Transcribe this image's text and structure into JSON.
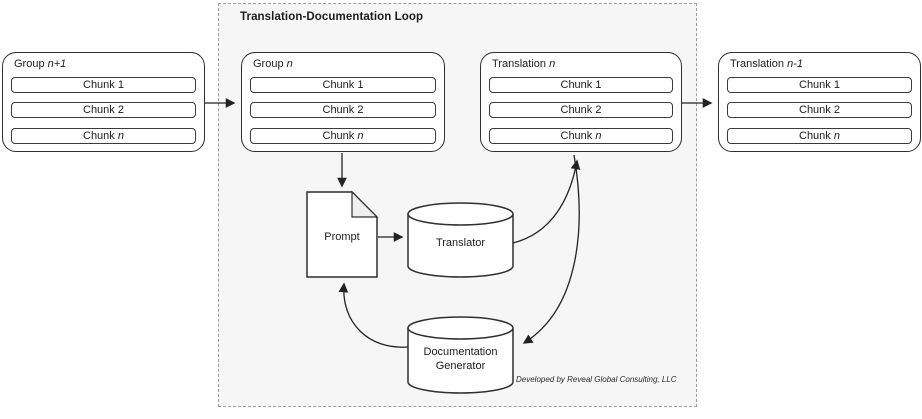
{
  "diagram": {
    "title": "Translation-Documentation Loop",
    "credit": "Developed by Reveal Global Consulting, LLC"
  },
  "groups": [
    {
      "id": "group-n-plus-1",
      "label_pre": "Group ",
      "label_it": "n+1",
      "chunks": [
        {
          "pre": "Chunk 1",
          "it": ""
        },
        {
          "pre": "Chunk 2",
          "it": ""
        },
        {
          "pre": "Chunk ",
          "it": "n"
        }
      ]
    },
    {
      "id": "group-n",
      "label_pre": "Group ",
      "label_it": "n",
      "chunks": [
        {
          "pre": "Chunk 1",
          "it": ""
        },
        {
          "pre": "Chunk 2",
          "it": ""
        },
        {
          "pre": "Chunk ",
          "it": "n"
        }
      ]
    },
    {
      "id": "translation-n",
      "label_pre": "Translation ",
      "label_it": "n",
      "chunks": [
        {
          "pre": "Chunk 1",
          "it": ""
        },
        {
          "pre": "Chunk 2",
          "it": ""
        },
        {
          "pre": "Chunk ",
          "it": "n"
        }
      ]
    },
    {
      "id": "translation-n-minus-1",
      "label_pre": "Translation ",
      "label_it": "n-1",
      "chunks": [
        {
          "pre": "Chunk 1",
          "it": ""
        },
        {
          "pre": "Chunk 2",
          "it": ""
        },
        {
          "pre": "Chunk ",
          "it": "n"
        }
      ]
    }
  ],
  "nodes": {
    "prompt": {
      "label": "Prompt",
      "shape": "document"
    },
    "translator": {
      "label": "Translator",
      "shape": "cylinder"
    },
    "documentation_generator": {
      "label_line1": "Documentation",
      "label_line2": "Generator",
      "shape": "cylinder"
    }
  },
  "edges": [
    {
      "from": "group-n-plus-1",
      "to": "group-n"
    },
    {
      "from": "translation-n",
      "to": "translation-n-minus-1"
    },
    {
      "from": "group-n",
      "to": "prompt"
    },
    {
      "from": "prompt",
      "to": "translator"
    },
    {
      "from": "translator",
      "to": "translation-n"
    },
    {
      "from": "translation-n",
      "to": "documentation-generator"
    },
    {
      "from": "documentation-generator",
      "to": "prompt"
    }
  ],
  "colors": {
    "stroke": "#2f2f2f",
    "arrow": "#222222",
    "box_fill": "#ffffff",
    "loop_fill": "#f6f6f6",
    "loop_border": "#9e9e9e",
    "fold_fill": "#efefef",
    "text": "#1c1c1c"
  }
}
